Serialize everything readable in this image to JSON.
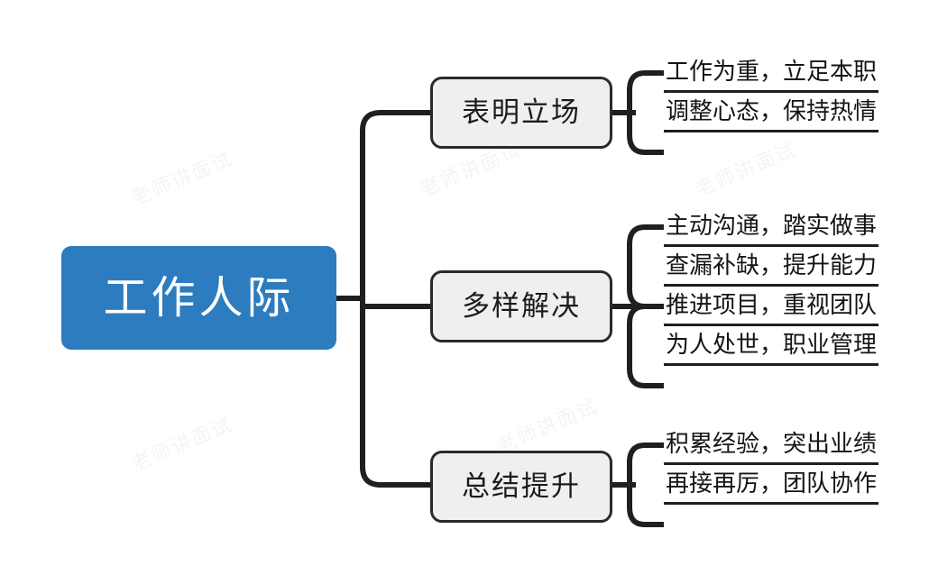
{
  "diagram": {
    "type": "mind-map",
    "orientation": "left-to-right",
    "root": {
      "label": "工作人际",
      "fill": "#2C7CBF",
      "text_color": "#FFFFFF"
    },
    "branch_fill": "#EFEFEF",
    "branch_border": "#2A2A2A",
    "line_color": "#1F1F1F",
    "branches": [
      {
        "label": "表明立场",
        "leaves": [
          "工作为重，立足本职",
          "调整心态，保持热情"
        ]
      },
      {
        "label": "多样解决",
        "leaves": [
          "主动沟通，踏实做事",
          "查漏补缺，提升能力",
          "推进项目，重视团队",
          "为人处世，职业管理"
        ]
      },
      {
        "label": "总结提升",
        "leaves": [
          "积累经验，突出业绩",
          "再接再厉，团队协作"
        ]
      }
    ],
    "watermarks": [
      "老师讲面试",
      "老师讲面试",
      "老师讲面试",
      "老师讲面试",
      "老师讲面试"
    ]
  }
}
